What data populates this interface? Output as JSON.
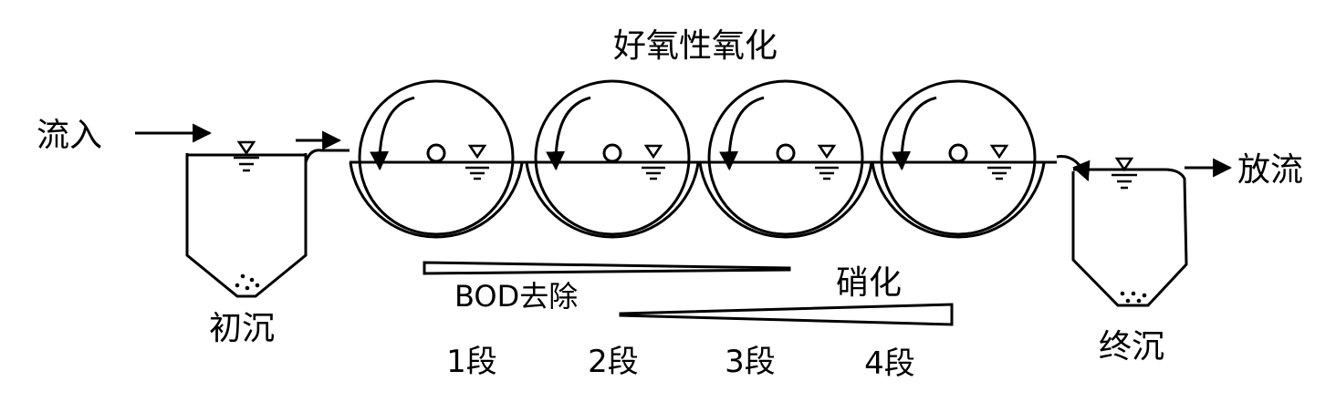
{
  "title": "好氧性氧化",
  "inflow_label": "流入",
  "outflow_label": "放流",
  "primary_settler_label": "初沉",
  "final_settler_label": "终沉",
  "bod_label": "BOD去除",
  "nitrification_label": "硝化",
  "stages": [
    "1段",
    "2段",
    "3段",
    "4段"
  ],
  "line_color": "#000000"
}
